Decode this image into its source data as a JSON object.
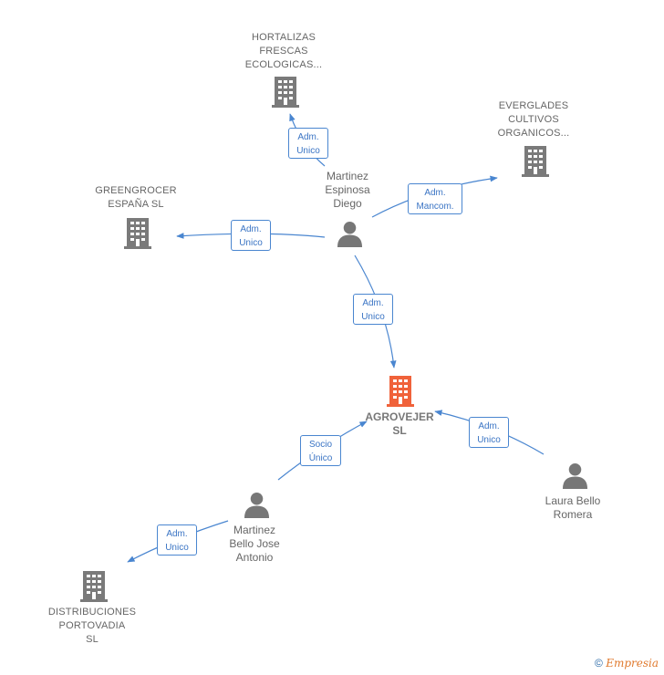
{
  "nodes": {
    "hortalizas": {
      "label": "HORTALIZAS\nFRESCAS\nECOLOGICAS..."
    },
    "everglades": {
      "label": "EVERGLADES\nCULTIVOS\nORGANICOS..."
    },
    "greengrocer": {
      "label": "GREENGROCER\nESPAÑA  SL"
    },
    "agrovejer": {
      "label": "AGROVEJER\nSL"
    },
    "distribuciones": {
      "label": "DISTRIBUCIONES\nPORTOVADIA\nSL"
    },
    "martinez_diego": {
      "label": "Martinez\nEspinosa\nDiego"
    },
    "martinez_jose": {
      "label": "Martinez\nBello Jose\nAntonio"
    },
    "laura": {
      "label": "Laura Bello\nRomera"
    }
  },
  "edges": {
    "diego_hortalizas": "Adm.\nUnico",
    "diego_everglades": "Adm.\nMancom.",
    "diego_greengrocer": "Adm.\nUnico",
    "diego_agrovejer": "Adm.\nUnico",
    "laura_agrovejer": "Adm.\nUnico",
    "jose_agrovejer": "Socio\nÚnico",
    "jose_distribuciones": "Adm.\nUnico"
  },
  "colors": {
    "edge": "#4a86d0",
    "company": "#7a7a7a",
    "central": "#f0623a",
    "person": "#777777"
  },
  "footer": {
    "copyright": "©",
    "brand": "Empresia"
  }
}
